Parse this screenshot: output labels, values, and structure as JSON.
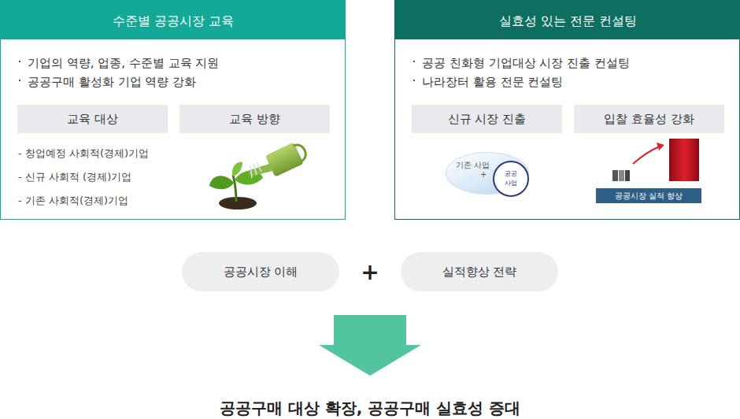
{
  "diagram": {
    "caption": "공공구매 대상 확장, 공공구매 실효성 증대",
    "nodes": [
      {
        "text": [
          "수준별 공공시장 교육",
          "기업의 역량, 업종, 수준별 교육 지원",
          "공공구매 활성화 기업 역량 강화",
          "- 창업예정 사회적(경제)기업",
          "- 신규 사회적 (경제)기업",
          "- 기존 사회적(경제)기업"
        ]
      },
      {
        "text": [
          "교육 대상"
        ],
        "in": 0
      },
      {
        "text": [
          "교육 방향"
        ],
        "in": 0
      },
      {
        "text": [
          "실효성 있는 전문 컨설팅",
          "공공 친화형 기업대상 시장 진출 컨설팅",
          "나라장터 활용 전문 컨설팅"
        ]
      },
      {
        "text": [
          "신규 시장 진출"
        ],
        "in": 3
      },
      {
        "text": [
          "입찰 효율성 강화"
        ],
        "in": 3
      },
      {
        "text": [
          "기존 사업",
          "+"
        ],
        "in": 3
      },
      {
        "text": [
          "공공 사업"
        ],
        "in": 3
      },
      {
        "text": [
          "공공시장 실적 향상"
        ],
        "in": 3
      },
      {
        "text": [
          "공공시장 이해"
        ]
      },
      {
        "text": [
          "실적향상 전략"
        ]
      }
    ],
    "labels": [
      "+"
    ]
  }
}
